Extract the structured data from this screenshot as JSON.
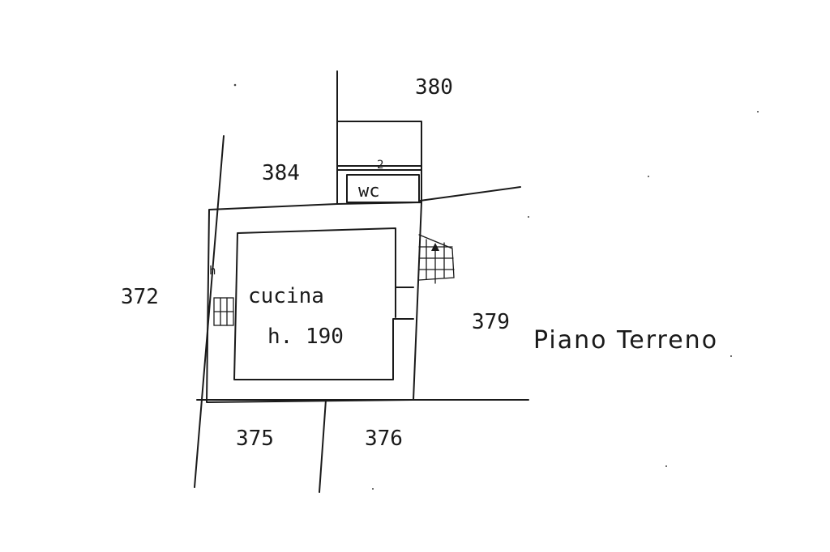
{
  "parcels": {
    "p380": "380",
    "p384": "384",
    "p372": "372",
    "p379": "379",
    "p375": "375",
    "p376": "376"
  },
  "rooms": {
    "wc": "wc",
    "wc_mark": "2",
    "kitchen": "cucina",
    "kitchen_height": "h. 190",
    "side_mark": "h"
  },
  "floor_label": "Piano Terreno"
}
